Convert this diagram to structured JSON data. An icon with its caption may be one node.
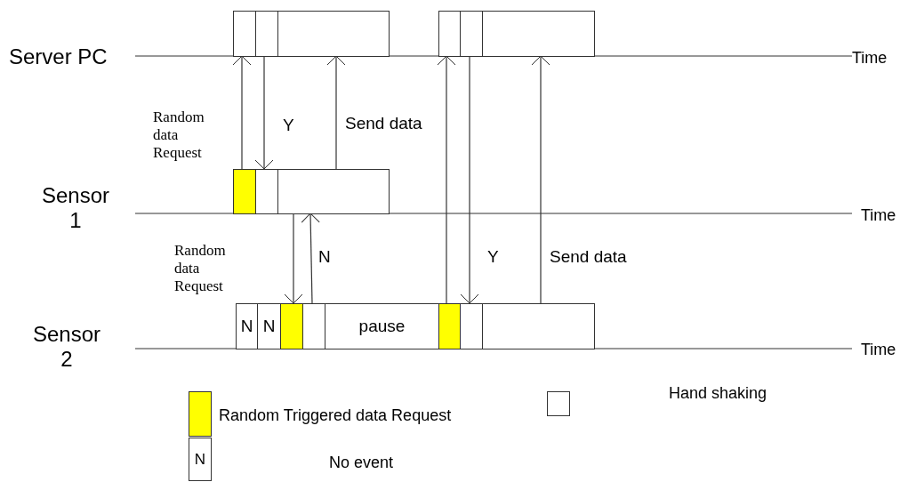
{
  "diagram": {
    "nodes": [
      {
        "text": [],
        "shape": "box"
      },
      {
        "text": [],
        "shape": "box"
      },
      {
        "text": [],
        "shape": "box"
      },
      {
        "text": [],
        "shape": "box"
      },
      {
        "text": [],
        "shape": "box"
      },
      {
        "text": [],
        "shape": "box"
      },
      {
        "text": [],
        "shape": "box"
      },
      {
        "text": [],
        "shape": "box"
      },
      {
        "text": [],
        "shape": "box"
      },
      {
        "text": [
          "N"
        ]
      },
      {
        "text": [
          "N"
        ]
      },
      {
        "text": [],
        "shape": "box"
      },
      {
        "text": [],
        "shape": "box"
      },
      {
        "text": [
          "pause"
        ]
      },
      {
        "text": [],
        "shape": "box"
      },
      {
        "text": [],
        "shape": "box"
      },
      {
        "text": [],
        "shape": "box"
      }
    ],
    "edges": [
      {
        "from": 6,
        "to": 0,
        "arrow": "to",
        "label": "Random data Request"
      },
      {
        "from": 1,
        "to": 7,
        "arrow": "to",
        "label": "Y"
      },
      {
        "from": 8,
        "to": 2,
        "arrow": "to",
        "label": "Send data"
      },
      {
        "from": 8,
        "to": 11,
        "arrow": "to",
        "label": "Random data Request"
      },
      {
        "from": 12,
        "to": 8,
        "arrow": "to",
        "label": "N"
      },
      {
        "from": 14,
        "to": 3,
        "arrow": "to"
      },
      {
        "from": 4,
        "to": 15,
        "arrow": "to",
        "label": "Y"
      },
      {
        "from": 16,
        "to": 5,
        "arrow": "to",
        "label": "Send data"
      }
    ],
    "labels": [
      "Server PC",
      "Time",
      "Sensor 1",
      "Time",
      "Sensor 2",
      "Time",
      "N"
    ],
    "legend": [
      {
        "text": "Random Triggered data Request",
        "color": "#ffff00"
      },
      {
        "text": "Hand shaking",
        "color": "#ffffff"
      },
      {
        "text": "No event"
      }
    ]
  }
}
